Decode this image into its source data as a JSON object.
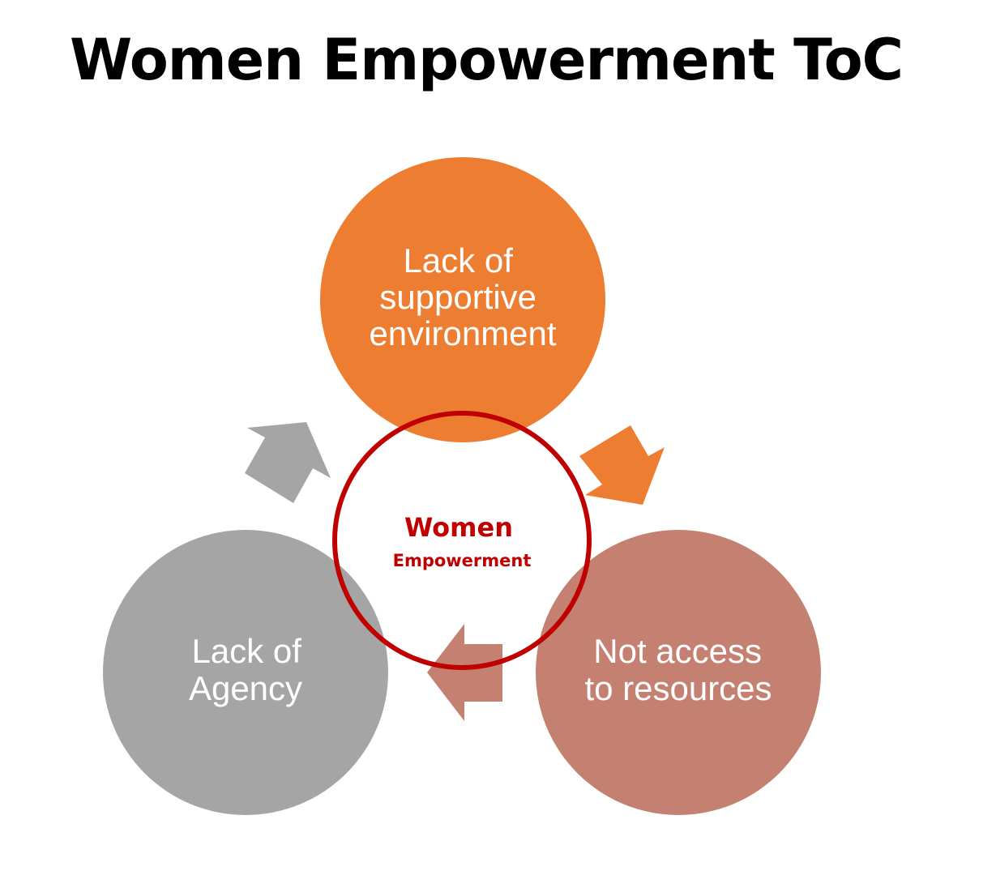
{
  "title": "Women Empowerment ToC",
  "colors": {
    "orange": "#ED7D31",
    "gray": "#A5A5A5",
    "rose": "#C48172",
    "red": "#C00000",
    "white": "#FFFFFF"
  },
  "nodes": {
    "top": {
      "line1": "Lack of",
      "line2": "supportive",
      "line3": "environment"
    },
    "left": {
      "line1": "Lack of",
      "line2": "Agency"
    },
    "right": {
      "line1": "Not access",
      "line2": "to resources"
    },
    "center": {
      "line1": "Women",
      "line2": "Empowerment"
    }
  },
  "arrows": {
    "top_to_right": {
      "from": "top",
      "to": "right",
      "color": "orange"
    },
    "right_to_left": {
      "from": "right",
      "to": "left",
      "color": "rose"
    },
    "left_to_top": {
      "from": "left",
      "to": "top",
      "color": "gray"
    }
  }
}
